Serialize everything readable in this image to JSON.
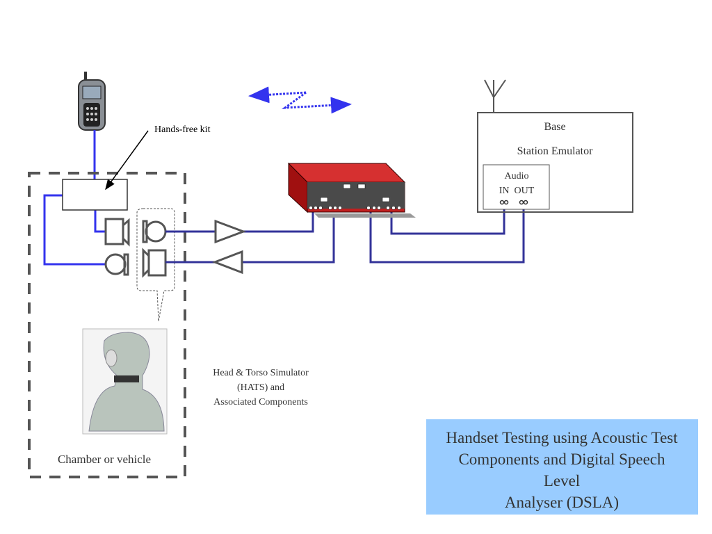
{
  "labels": {
    "hands_free_kit": "Hands-free kit",
    "base_line1": "Base",
    "base_line2": "Station Emulator",
    "audio": "Audio",
    "in_out": "IN  OUT",
    "hats_line1": "Head & Torso Simulator",
    "hats_line2": "(HATS) and",
    "hats_line3": "Associated Components",
    "chamber": "Chamber or vehicle"
  },
  "title_box": {
    "lines": [
      "Handset Testing using Acoustic Test",
      "Components and  Digital Speech",
      "Level",
      "Analyser (DSLA)"
    ],
    "background": "#99ccff"
  },
  "colors": {
    "wire_bright": "#3333ee",
    "wire_dark": "#333399",
    "device_red": "#d63030",
    "device_panel": "#4a4a4a",
    "outline_gray": "#555555"
  }
}
